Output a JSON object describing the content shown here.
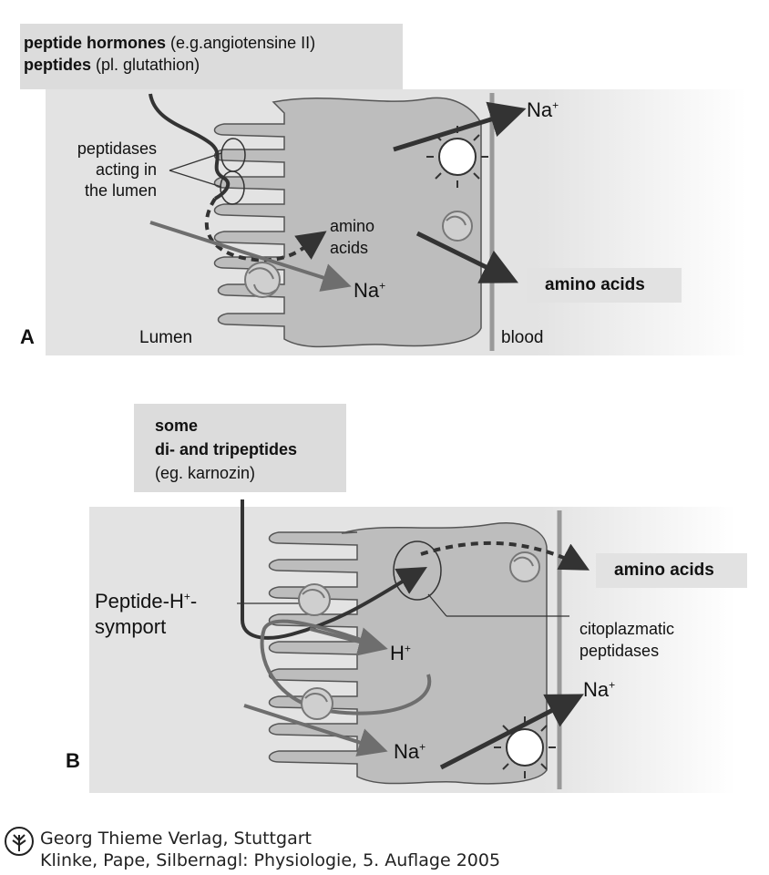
{
  "panelA": {
    "letter": "A",
    "header_line1_bold": "peptide hormones",
    "header_line1_rest": " (e.g.angiotensine II)",
    "header_line2_bold": "peptides",
    "header_line2_rest": " (pl. glutathion)",
    "peptidases_label_1": "peptidases",
    "peptidases_label_2": "acting in",
    "peptidases_label_3": "the lumen",
    "amino_acids_inner_1": "amino",
    "amino_acids_inner_2": "acids",
    "na_top": "Na",
    "na_mid": "Na",
    "na_sup": "+",
    "amino_acids_out": "amino acids",
    "lumen": "Lumen",
    "blood": "blood"
  },
  "panelB": {
    "letter": "B",
    "header_line1": "some",
    "header_line2": "di- and tripeptides",
    "header_line3": "(eg. karnozin)",
    "symport_1": "Peptide-H",
    "symport_sup": "+",
    "symport_dash": "-",
    "symport_2": "symport",
    "h_label": "H",
    "h_sup": "+",
    "na_bottom": "Na",
    "na_right": "Na",
    "na_sup": "+",
    "amino_acids_out": "amino acids",
    "cyto_1": "citoplazmatic",
    "cyto_2": "peptidases"
  },
  "credit": {
    "line1": "Georg Thieme Verlag, Stuttgart",
    "line2": "Klinke, Pape, Silbernagl: Physiologie, 5. Auflage 2005"
  },
  "colors": {
    "cell": "#bdbdbd",
    "arrow_dark": "#333333",
    "arrow_mid": "#6e6e6e"
  }
}
